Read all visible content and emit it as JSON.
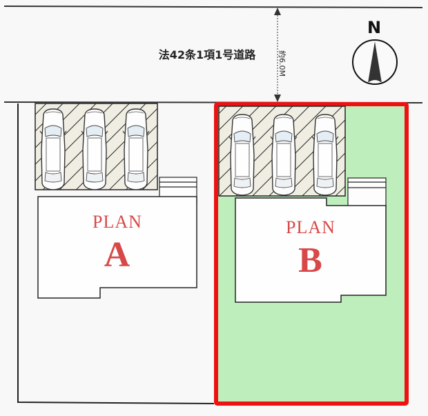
{
  "road": {
    "label": "法42条1項1号道路",
    "width_label": "約6.0M"
  },
  "compass": {
    "north_label": "N"
  },
  "lots": [
    {
      "id": "A",
      "plan_word": "PLAN",
      "plan_letter": "A",
      "parking_spaces": 3,
      "highlighted": false
    },
    {
      "id": "B",
      "plan_word": "PLAN",
      "plan_letter": "B",
      "parking_spaces": 3,
      "highlighted": true
    }
  ],
  "colors": {
    "highlight_border": "#ee1111",
    "highlight_fill": "#bdeebb",
    "plan_text": "#d84848",
    "hatch_bg": "#f0eee2",
    "lot_bg": "#f8f8f8"
  }
}
